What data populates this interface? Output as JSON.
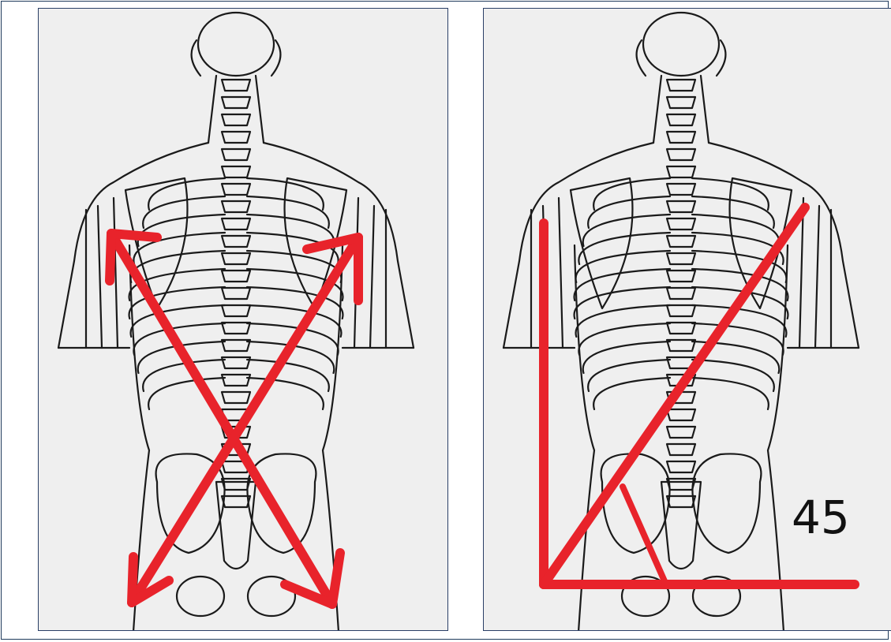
{
  "figure": {
    "left_panel": {
      "description_icon": "back-skeleton-x-arrows",
      "arrow_color": "#e8232b"
    },
    "right_panel": {
      "description_icon": "back-skeleton-45-angle",
      "line_color": "#e8232b",
      "angle_label": "45"
    },
    "line_art_color": "#1a1a1a",
    "paper_color": "#efefef",
    "border_color": "#2a3f66"
  }
}
